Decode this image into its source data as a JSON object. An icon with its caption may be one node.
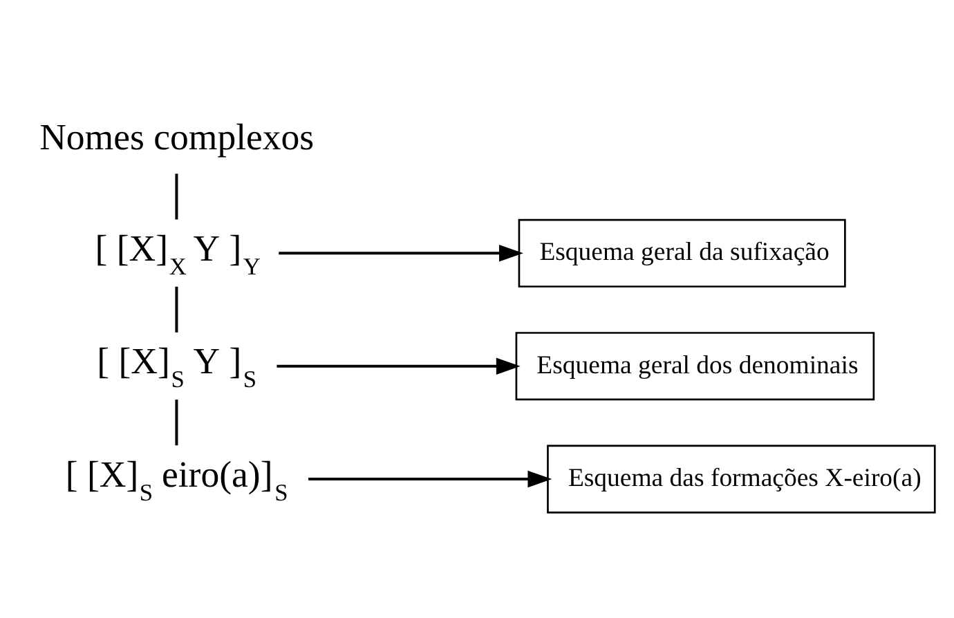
{
  "diagram": {
    "nodes": [
      {
        "text": [
          "Nomes complexos"
        ]
      },
      {
        "text": [
          "[ [X]$_{X}$ Y ]$_{Y}$"
        ]
      },
      {
        "text": [
          "Esquema geral da sufixação"
        ]
      },
      {
        "text": [
          "[ [X]$_{S}$ Y ]$_{S}$"
        ]
      },
      {
        "text": [
          "Esquema geral dos denominais"
        ]
      },
      {
        "text": [
          "[ [X]$_{S}$ eiro(a)]$_{S}$"
        ]
      },
      {
        "text": [
          "Esquema das formações X-eiro(a)"
        ]
      }
    ],
    "edges": [
      {
        "from": 0,
        "to": 1,
        "arrow": "none"
      },
      {
        "from": 1,
        "to": 2,
        "arrow": "to"
      },
      {
        "from": 1,
        "to": 3,
        "arrow": "none"
      },
      {
        "from": 3,
        "to": 4,
        "arrow": "to"
      },
      {
        "from": 3,
        "to": 5,
        "arrow": "none"
      },
      {
        "from": 5,
        "to": 6,
        "arrow": "to"
      }
    ]
  }
}
